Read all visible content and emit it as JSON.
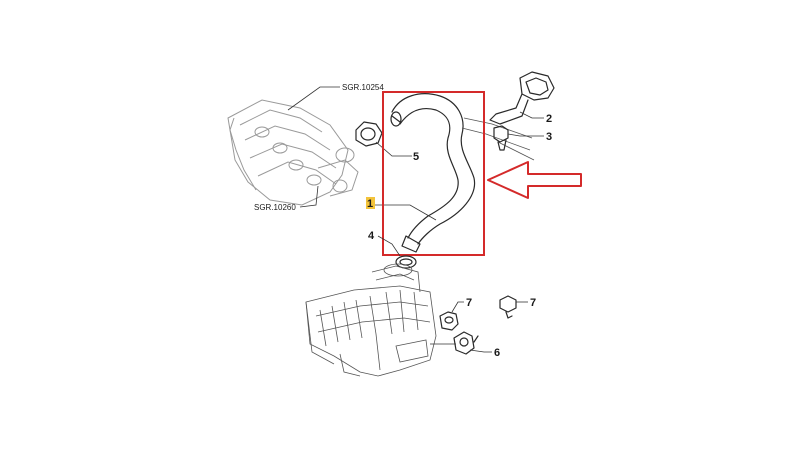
{
  "references": {
    "upper": "SGR.10254",
    "lower": "SGR.10260"
  },
  "callouts": {
    "c1": "1",
    "c2": "2",
    "c3": "3",
    "c4": "4",
    "c5": "5",
    "c6": "6",
    "c7a": "7",
    "c7b": "7"
  },
  "highlight": {
    "box_color": "#d42a2a",
    "arrow_color": "#d42a2a",
    "callout_marker_color": "#f3c33a"
  }
}
